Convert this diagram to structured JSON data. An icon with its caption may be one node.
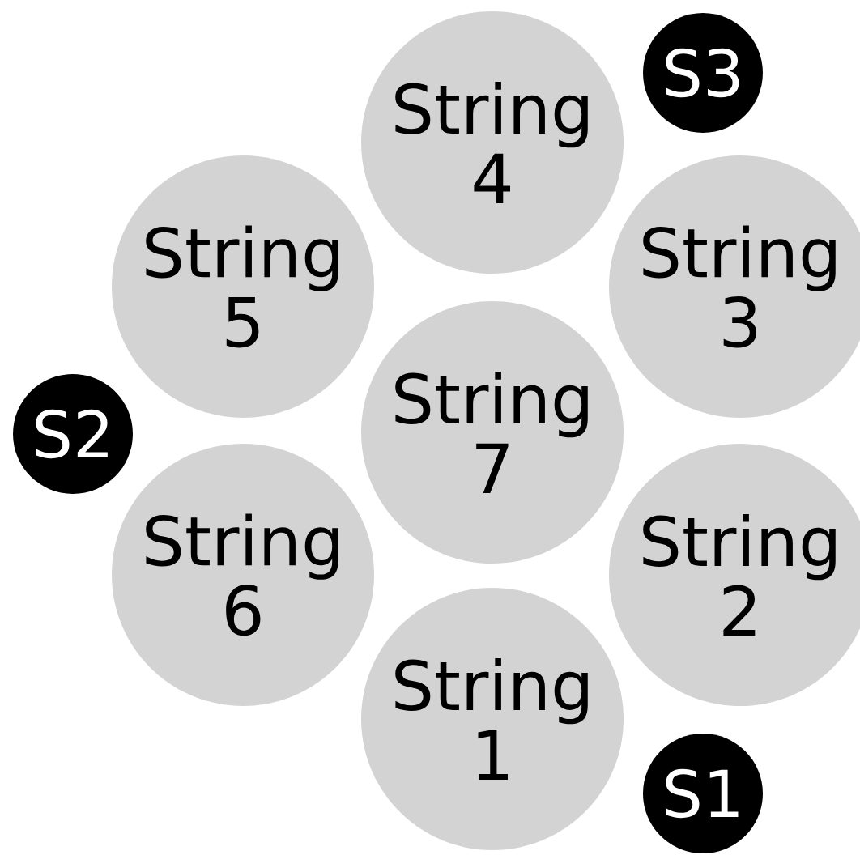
{
  "diagram": {
    "nodes": [
      {
        "text": [
          "String 4"
        ]
      },
      {
        "text": [
          "S3"
        ]
      },
      {
        "text": [
          "String 5"
        ]
      },
      {
        "text": [
          "String 3"
        ]
      },
      {
        "text": [
          "S2"
        ]
      },
      {
        "text": [
          "String 7"
        ]
      },
      {
        "text": [
          "String 6"
        ]
      },
      {
        "text": [
          "String 2"
        ]
      },
      {
        "text": [
          "String 1"
        ]
      },
      {
        "text": [
          "S1"
        ]
      }
    ]
  }
}
